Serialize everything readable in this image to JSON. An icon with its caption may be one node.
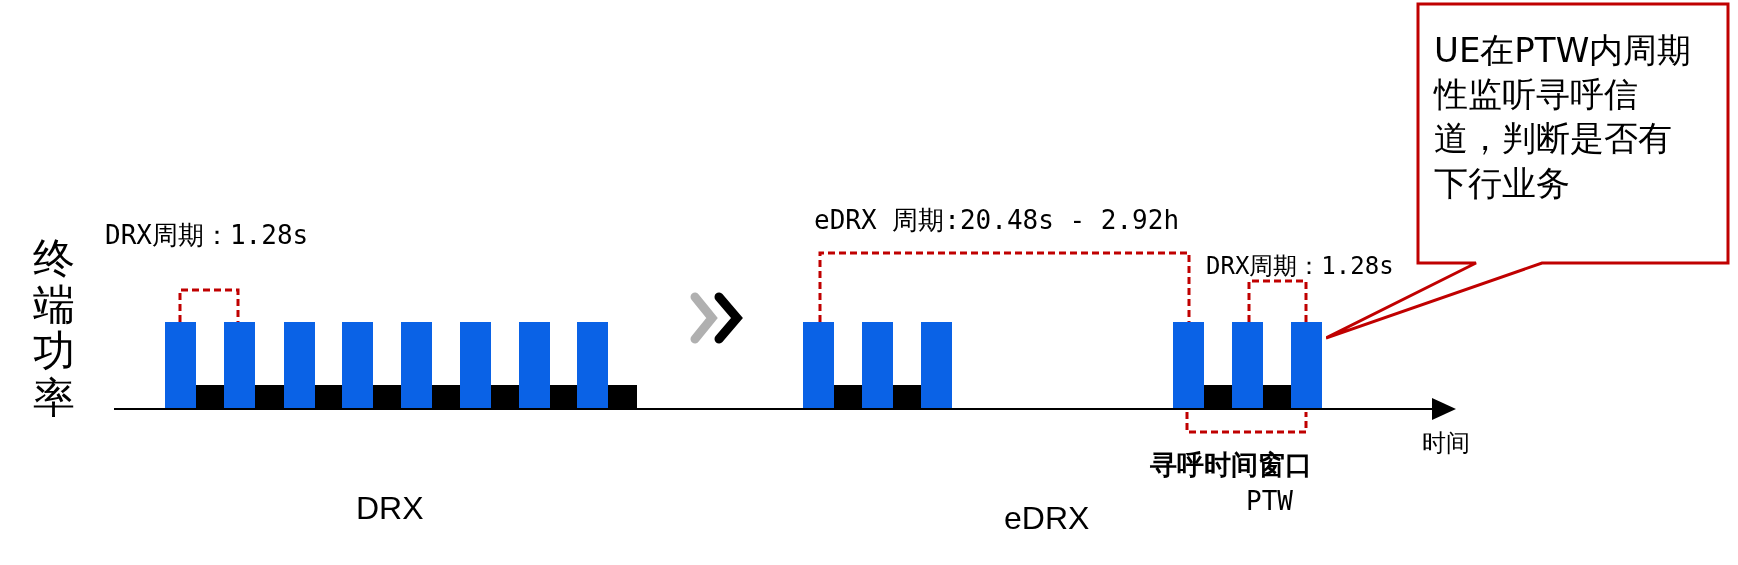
{
  "diagram": {
    "nodes": [
      {
        "text": [
          "UE在PTW内周期性监听寻呼信道，判断是否有下行业务"
        ]
      }
    ],
    "labels": [
      "终端功率",
      "DRX周期：1.28s",
      "eDRX 周期:20.48s - 2.92h",
      "DRX周期：1.28s",
      "时间",
      "寻呼时间窗口",
      "PTW",
      "DRX",
      "eDRX"
    ]
  }
}
